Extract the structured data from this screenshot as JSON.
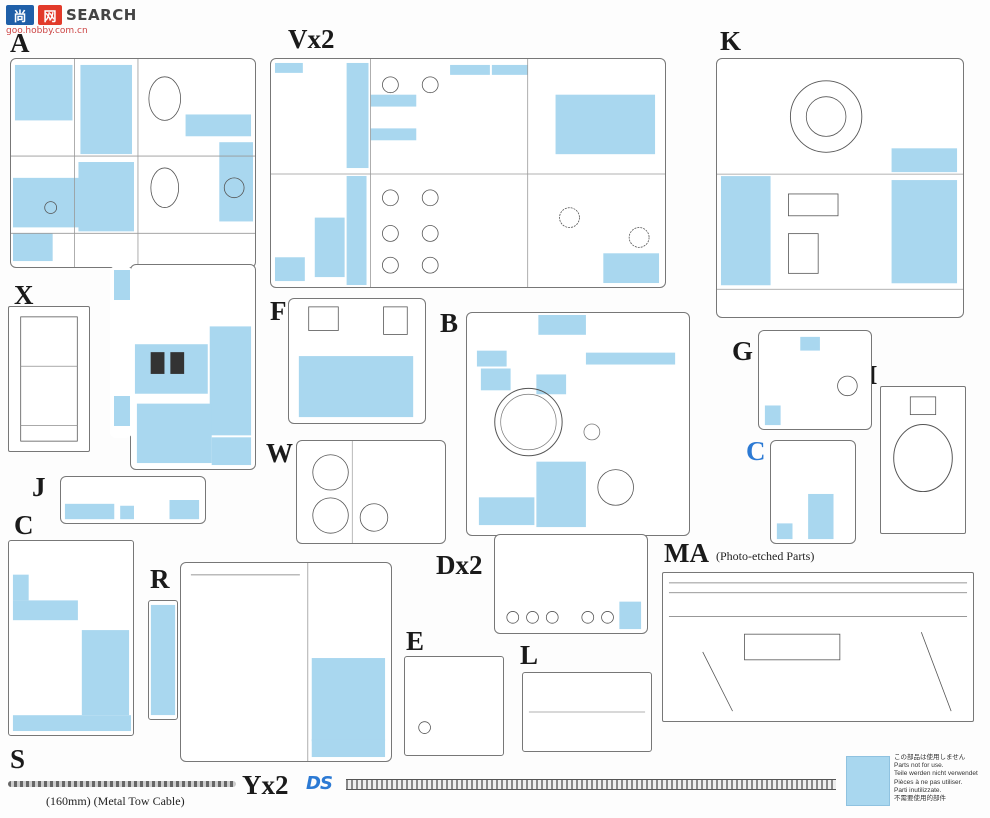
{
  "watermark": {
    "logo_a": "尚",
    "logo_b": "网",
    "text": "SEARCH",
    "sub": "goo.hobby.com.cn"
  },
  "sprues": {
    "A": "A",
    "Vx2": "Vx2",
    "K": "K",
    "X": "X",
    "F": "F",
    "B": "B",
    "G": "G",
    "H": "H",
    "W": "W",
    "C_blue": "C",
    "J": "J",
    "C": "C",
    "R": "R",
    "Dx2": "Dx2",
    "MA": "MA",
    "E": "E",
    "L": "L",
    "S": "S",
    "Yx2": "Yx2"
  },
  "captions": {
    "ma_note": "(Photo-etched Parts)",
    "s_note": "(160mm) (Metal Tow Cable)"
  },
  "legend": {
    "lines": [
      "この部品は使用しません",
      "Parts not for use.",
      "Teile werden nicht verwendet",
      "Pièces à ne pas utiliser.",
      "Parti inutilizzate.",
      "不需要使用的部件"
    ],
    "color": "#a9d7ef"
  },
  "logo": {
    "ds": "DS"
  },
  "colors": {
    "unused_part_fill": "#a9d7ef",
    "sprue_line": "#777777"
  }
}
